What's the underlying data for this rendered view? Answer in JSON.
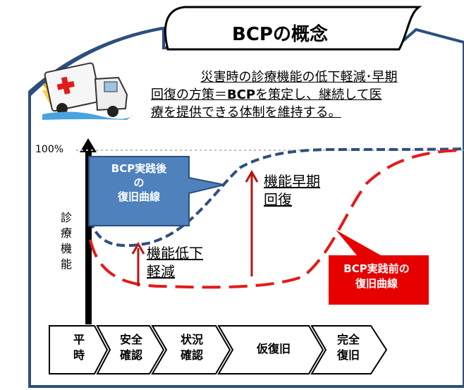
{
  "title": "BCPの概念",
  "description": {
    "line1": "災害時の診療機能の低下軽減･早期",
    "line2_a": "回復の方策＝",
    "line2_b": "BCP",
    "line2_c": "を策定し、継続して医",
    "line3": "療を提供できる体制を維持する。"
  },
  "axis": {
    "top_tick": "100%",
    "ylabel": [
      "診",
      "療",
      "機",
      "能"
    ]
  },
  "callouts": {
    "after_bcp": [
      "BCP実践後",
      "の",
      "復旧曲線"
    ],
    "before_bcp": [
      "BCP実践前の",
      "復旧曲線"
    ]
  },
  "annotations": {
    "reduction": [
      "機能低下",
      "軽減"
    ],
    "early_recovery": [
      "機能早期",
      "回復"
    ]
  },
  "phases": [
    [
      "平",
      "時"
    ],
    [
      "安全",
      "確認"
    ],
    [
      "状況",
      "確認"
    ],
    [
      "仮復旧"
    ],
    [
      "完全",
      "復旧"
    ]
  ],
  "colors": {
    "blue_curve": "#2f4f7f",
    "red_curve": "#e21b1b",
    "blue_callout": "#4f81bd",
    "red_callout": "#e60000",
    "frame": "#2b4f7e"
  },
  "icons": [
    "ambulance-icon"
  ]
}
